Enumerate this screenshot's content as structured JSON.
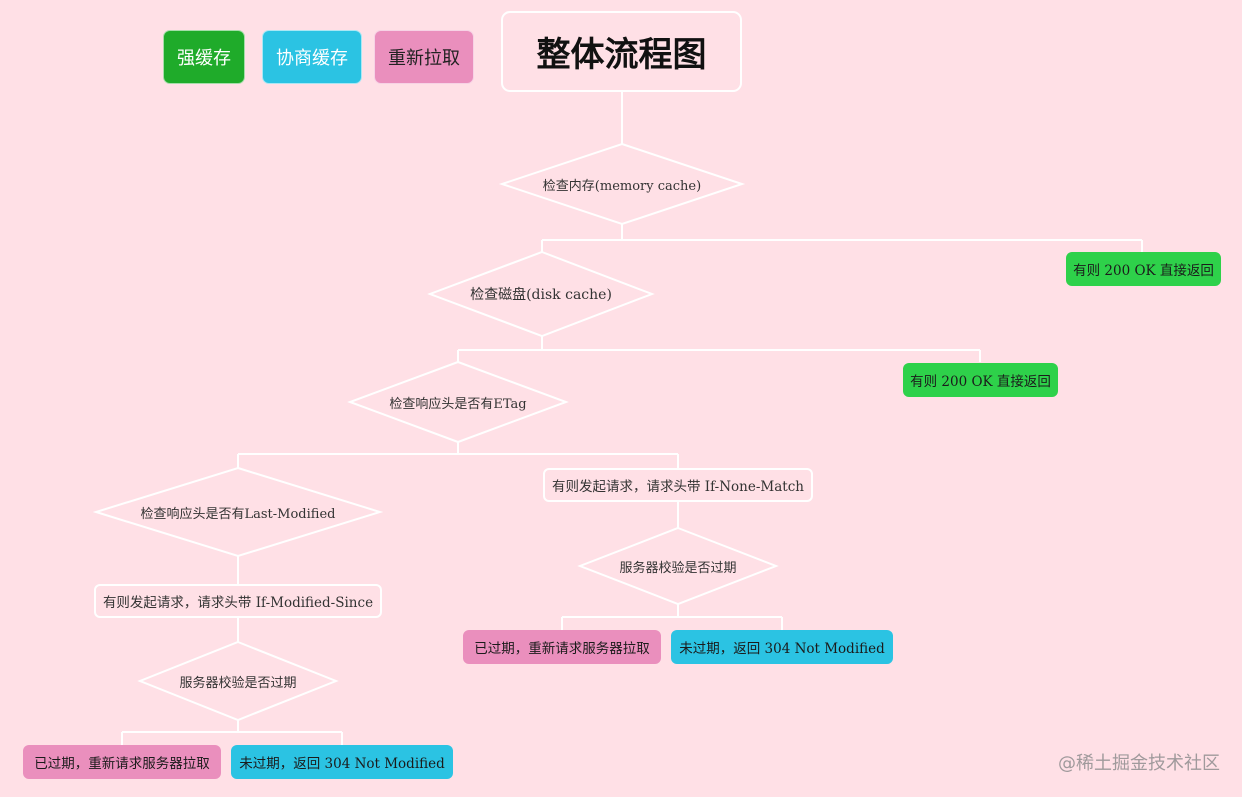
{
  "legend": {
    "strong_cache": "强缓存",
    "negotiate_cache": "协商缓存",
    "refetch": "重新拉取",
    "colors": {
      "strong": "#1fab2a",
      "negotiate": "#2bc3e3",
      "refetch": "#ea8fbd"
    }
  },
  "title": "整体流程图",
  "decisions": {
    "memory": "检查内存(memory cache)",
    "disk": "检查磁盘(disk cache)",
    "etag": "检查响应头是否有ETag",
    "last_modified": "检查响应头是否有Last-Modified",
    "server_check_left": "服务器校验是否过期",
    "server_check_right": "服务器校验是否过期"
  },
  "nodes": {
    "memory_hit": "有则 200 OK 直接返回",
    "disk_hit": "有则 200 OK 直接返回",
    "if_none_match": "有则发起请求，请求头带 If-None-Match",
    "if_modified_since": "有则发起请求，请求头带 If-Modified-Since",
    "expired_right": "已过期，重新请求服务器拉取",
    "not_expired_right": "未过期，返回 304 Not Modified",
    "expired_left": "已过期，重新请求服务器拉取",
    "not_expired_left": "未过期，返回 304 Not Modified"
  },
  "watermark": "@稀土掘金技术社区"
}
